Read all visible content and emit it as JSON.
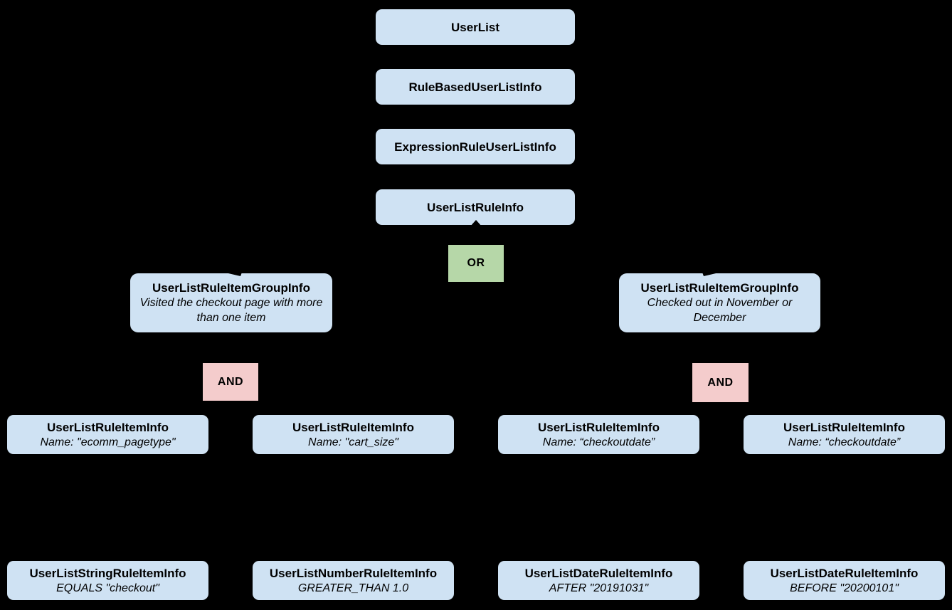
{
  "diagram": {
    "background_color": "#000000",
    "colors": {
      "node_fill": "#cfe2f3",
      "or_fill": "#b6d7a8",
      "and_fill": "#f4cccc",
      "text": "#000000"
    },
    "nodes": {
      "userlist": {
        "title": "UserList"
      },
      "rule_based_userlist_info": {
        "title": "RuleBasedUserListInfo"
      },
      "expression_rule_userlist_info": {
        "title": "ExpressionRuleUserListInfo"
      },
      "userlist_rule_info": {
        "title": "UserListRuleInfo"
      },
      "or_operator": {
        "label": "OR"
      },
      "group_left": {
        "title": "UserListRuleItemGroupInfo",
        "description": "Visited the checkout page with more than one item"
      },
      "group_right": {
        "title": "UserListRuleItemGroupInfo",
        "description": "Checked out in November or December"
      },
      "and_left": {
        "label": "AND"
      },
      "and_right": {
        "label": "AND"
      },
      "rule_item_1": {
        "title": "UserListRuleItemInfo",
        "description": "Name: \"ecomm_pagetype\""
      },
      "rule_item_2": {
        "title": "UserListRuleItemInfo",
        "description": "Name: \"cart_size\""
      },
      "rule_item_3": {
        "title": "UserListRuleItemInfo",
        "description": "Name: “checkoutdate”"
      },
      "rule_item_4": {
        "title": "UserListRuleItemInfo",
        "description": "Name: “checkoutdate”"
      },
      "operand_1": {
        "title": "UserListStringRuleItemInfo",
        "description": "EQUALS \"checkout\""
      },
      "operand_2": {
        "title": "UserListNumberRuleItemInfo",
        "description": "GREATER_THAN 1.0"
      },
      "operand_3": {
        "title": "UserListDateRuleItemInfo",
        "description": "AFTER \"20191031\""
      },
      "operand_4": {
        "title": "UserListDateRuleItemInfo",
        "description": "BEFORE \"20200101\""
      }
    }
  }
}
